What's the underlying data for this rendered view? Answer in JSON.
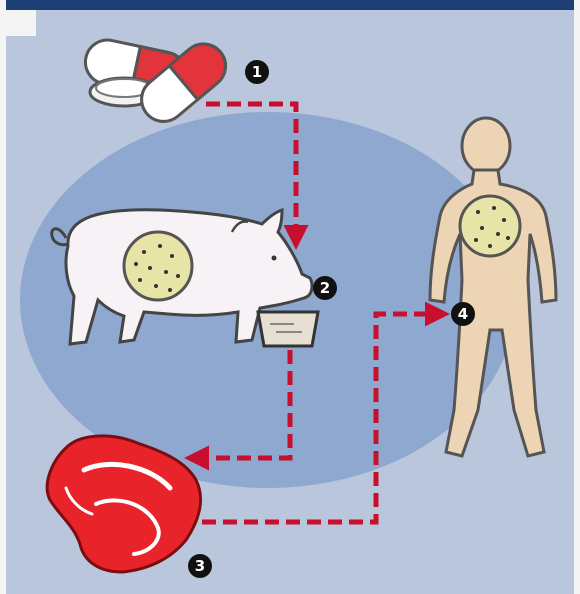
{
  "colors": {
    "background": "#b9c6dc",
    "top_bar": "#1d3f76",
    "ellipse": "#8ea8d0",
    "arrow": "#c8102e",
    "pig": "#f7f2f6",
    "human": "#edd4b4",
    "cyst": "#e8e3a6",
    "meat": "#e8232a",
    "feed_trough": "#e6dfd2"
  },
  "steps": [
    {
      "number": "1",
      "icon": "antibiotic-capsules-icon"
    },
    {
      "number": "2",
      "icon": "feed-trough-icon"
    },
    {
      "number": "3",
      "icon": "raw-meat-icon"
    },
    {
      "number": "4",
      "icon": "human-figure-icon"
    }
  ]
}
